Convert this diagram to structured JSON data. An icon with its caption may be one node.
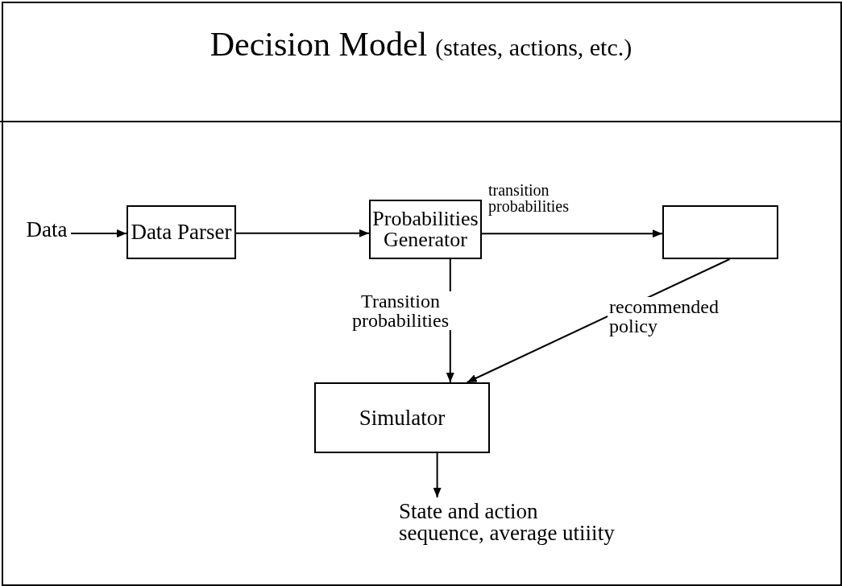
{
  "diagram": {
    "nodes": [
      {
        "text": [
          "Decision Model",
          "(states, actions, etc.)"
        ]
      },
      {
        "text": [
          "Data"
        ]
      },
      {
        "text": [
          "Data Parser"
        ]
      },
      {
        "text": [
          "Probabilities Generator"
        ]
      },
      {
        "text": [],
        "shape": "box"
      },
      {
        "text": [
          "Simulator"
        ]
      },
      {
        "text": [
          "State and action sequence, average utiiity"
        ]
      }
    ],
    "edges": [
      {
        "from": 1,
        "to": 2,
        "arrow": "to"
      },
      {
        "from": 2,
        "to": 3,
        "arrow": "to"
      },
      {
        "from": 3,
        "to": 4,
        "arrow": "to",
        "label": "transition probabilities"
      },
      {
        "from": 3,
        "to": 5,
        "arrow": "to",
        "label": "Transition probabilities"
      },
      {
        "from": 4,
        "to": 5,
        "arrow": "to",
        "label": "recommended policy"
      },
      {
        "from": 5,
        "to": 6,
        "arrow": "to"
      }
    ]
  }
}
